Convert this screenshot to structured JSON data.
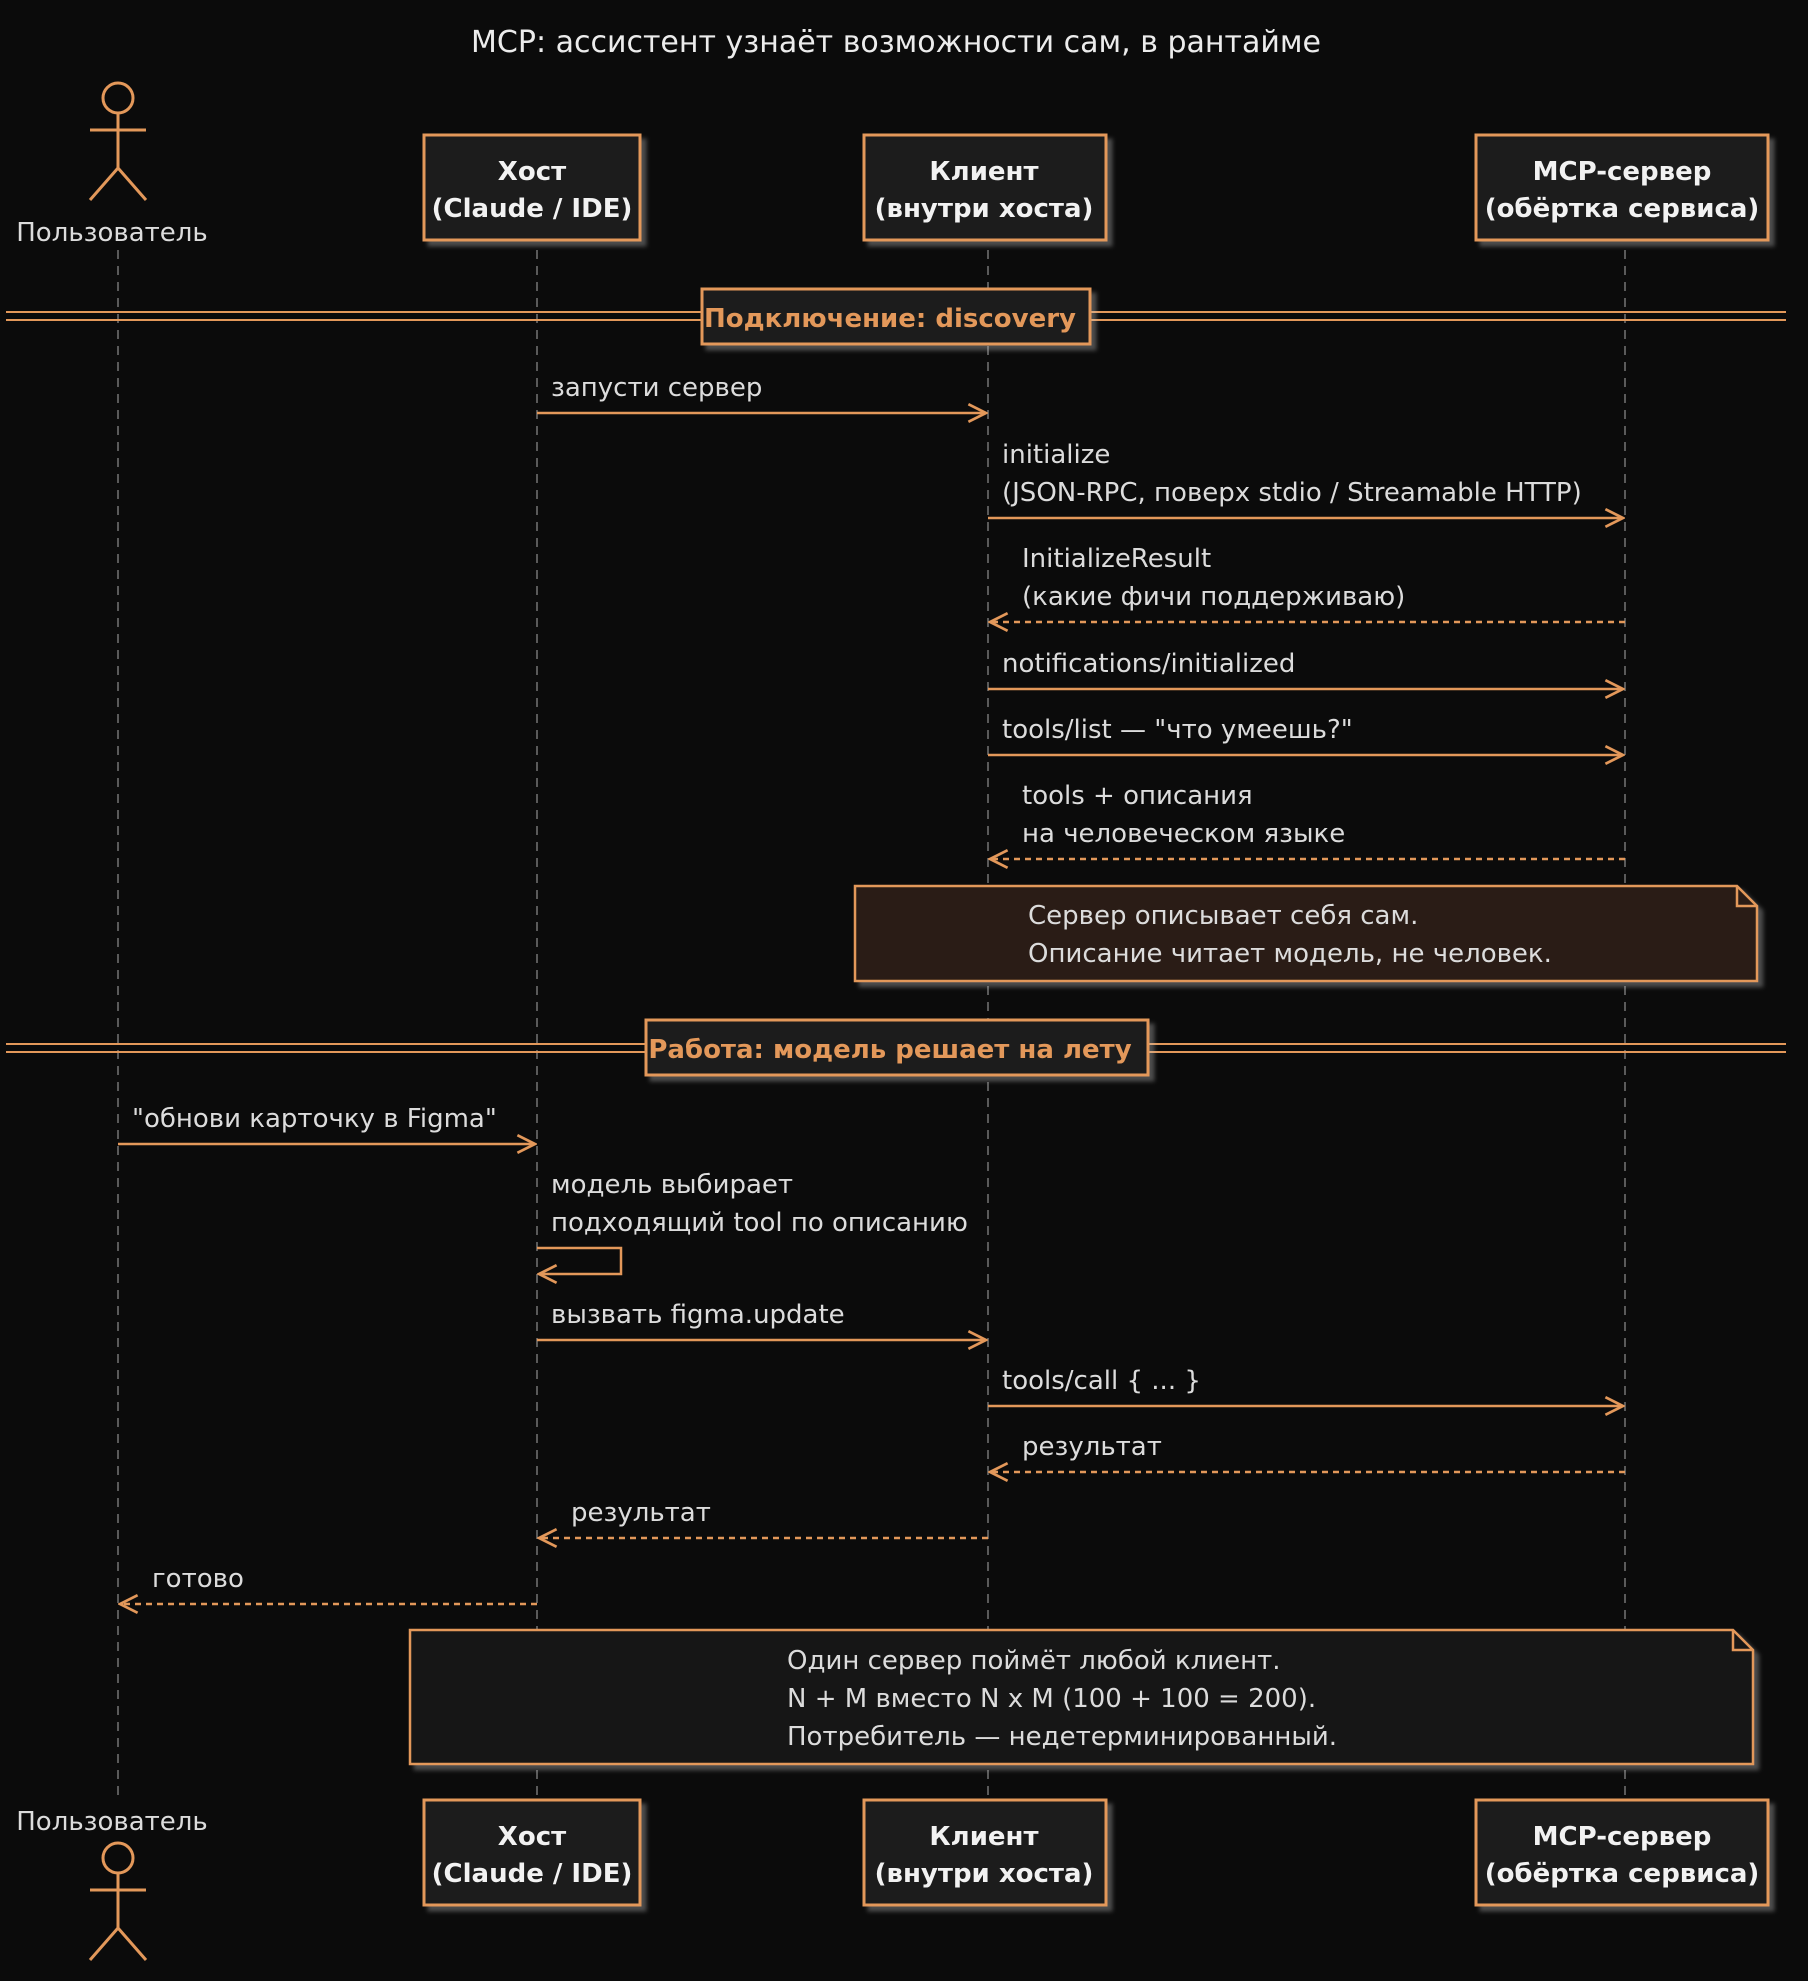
{
  "title": "MCP: ассистент узнаёт возможности сам, в рантайме",
  "colors": {
    "background": "#0b0b0b",
    "accent": "#e3985a",
    "lifeline": "#5a5a5a",
    "box_fill": "#1b1b1b",
    "note_discovery_fill": "#2b1f12",
    "note_work_fill": "#181818",
    "text": "#dcdcdc"
  },
  "participants": [
    {
      "id": "user",
      "kind": "actor",
      "label": "Пользователь",
      "icon": "stick-figure-icon"
    },
    {
      "id": "host",
      "kind": "box",
      "line1": "Хост",
      "line2": "(Claude / IDE)"
    },
    {
      "id": "client",
      "kind": "box",
      "line1": "Клиент",
      "line2": "(внутри хоста)"
    },
    {
      "id": "server",
      "kind": "box",
      "line1": "MCP-сервер",
      "line2": "(обёртка сервиса)"
    }
  ],
  "sections": {
    "discovery": "Подключение: discovery",
    "work": "Работа: модель решает на лету"
  },
  "messages": [
    {
      "from": "host",
      "to": "client",
      "style": "solid",
      "lines": [
        "запусти сервер"
      ]
    },
    {
      "from": "client",
      "to": "server",
      "style": "solid",
      "lines": [
        "initialize",
        "(JSON-RPC, поверх stdio / Streamable HTTP)"
      ]
    },
    {
      "from": "server",
      "to": "client",
      "style": "dashed",
      "lines": [
        "InitializeResult",
        "(какие фичи поддерживаю)"
      ]
    },
    {
      "from": "client",
      "to": "server",
      "style": "solid",
      "lines": [
        "notifications/initialized"
      ]
    },
    {
      "from": "client",
      "to": "server",
      "style": "solid",
      "lines": [
        "tools/list — \"что умеешь?\""
      ]
    },
    {
      "from": "server",
      "to": "client",
      "style": "dashed",
      "lines": [
        "tools + описания",
        "на человеческом языке"
      ]
    },
    {
      "from": "user",
      "to": "host",
      "style": "solid",
      "lines": [
        "\"обнови карточку в Figma\""
      ]
    },
    {
      "from": "host",
      "to": "host",
      "style": "solid",
      "lines": [
        "модель выбирает",
        "подходящий tool по описанию"
      ]
    },
    {
      "from": "host",
      "to": "client",
      "style": "solid",
      "lines": [
        "вызвать figma.update"
      ]
    },
    {
      "from": "client",
      "to": "server",
      "style": "solid",
      "lines": [
        "tools/call { ... }"
      ]
    },
    {
      "from": "server",
      "to": "client",
      "style": "dashed",
      "lines": [
        "результат"
      ]
    },
    {
      "from": "client",
      "to": "host",
      "style": "dashed",
      "lines": [
        "результат"
      ]
    },
    {
      "from": "host",
      "to": "user",
      "style": "dashed",
      "lines": [
        "готово"
      ]
    }
  ],
  "notes": {
    "discovery_note": [
      "Сервер описывает себя сам.",
      "Описание читает модель, не человек."
    ],
    "work_note": [
      "Один сервер поймёт любой клиент.",
      "N + M вместо N x M (100 + 100 = 200).",
      "Потребитель — недетерминированный."
    ]
  }
}
